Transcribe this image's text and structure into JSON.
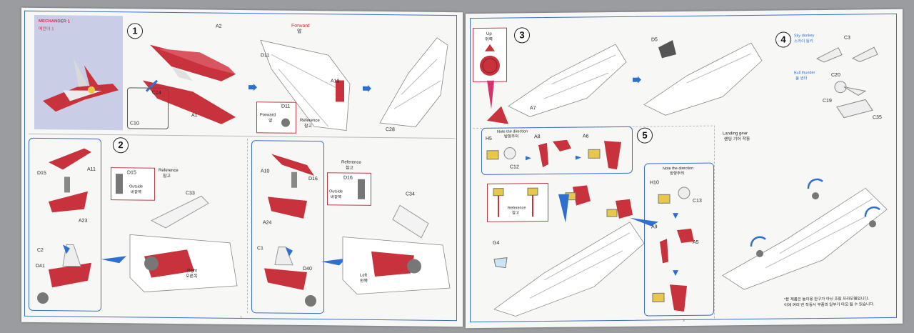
{
  "left_page": {
    "title_en": "MECHANDER 1",
    "title_kr": "메칸더 1",
    "page_number": "2",
    "step1": {
      "number": "1",
      "labels": {
        "a2": "A2",
        "a1": "A1",
        "c14": "C14",
        "c10": "C10",
        "d11a": "D11",
        "d11b": "D11",
        "a19": "A19",
        "c28": "C28"
      },
      "forward_en": "Forward",
      "forward_kr": "앞",
      "reference_en": "Reference",
      "reference_kr": "참고"
    },
    "step2": {
      "number": "2",
      "labels": {
        "a11": "A11",
        "d15": "D15",
        "a23": "A23",
        "c2": "C2",
        "d41": "D41",
        "c33": "C33",
        "a10": "A10",
        "d16": "D16",
        "a24": "A24",
        "c1": "C1",
        "d40": "D40",
        "c34": "C34"
      },
      "ref_d15": "D15",
      "ref_d16": "D16",
      "reference_en": "Reference",
      "reference_kr": "참고",
      "outside_en": "Outside",
      "outside_kr": "바깥쪽",
      "right_en": "Right",
      "right_kr": "오른쪽",
      "left_en": "Left",
      "left_kr": "왼쪽"
    }
  },
  "right_page": {
    "page_number": "3",
    "step3": {
      "number": "3",
      "up_en": "Up",
      "up_kr": "위쪽",
      "labels": {
        "a7": "A7",
        "d5": "D5"
      }
    },
    "step4": {
      "number": "4",
      "sky_en": "Sky donkey",
      "sky_kr": "스카이 동키",
      "bull_en": "Bull thunder",
      "bull_kr": "불 썬더",
      "labels": {
        "c3": "C3",
        "c20": "C20",
        "c19": "C19",
        "c35": "C35"
      }
    },
    "step5": {
      "number": "5",
      "note_en": "Note the direction",
      "note_kr": "방향주의",
      "labels": {
        "h5": "H5",
        "a8": "A8",
        "a6": "A6",
        "c12": "C12",
        "h10": "H10",
        "c13": "C13",
        "a9": "A9",
        "a5": "A5",
        "g4": "G4"
      },
      "reference_en": "Reference",
      "reference_kr": "참고"
    },
    "landing_en": "Landing gear",
    "landing_kr": "랜딩 기어 작동",
    "footnote_1": "*본 제품은 놀이용 완구가 아닌 조립 프라모델입니다.",
    "footnote_2": "이에 여러 번 작동시 부품의 일부가 마모 될 수 있습니다."
  },
  "colors": {
    "frame": "#3a6fc9",
    "part_red": "#c8323c",
    "accent_pink": "#d6335a",
    "arrow_blue": "#2f6fd0"
  }
}
